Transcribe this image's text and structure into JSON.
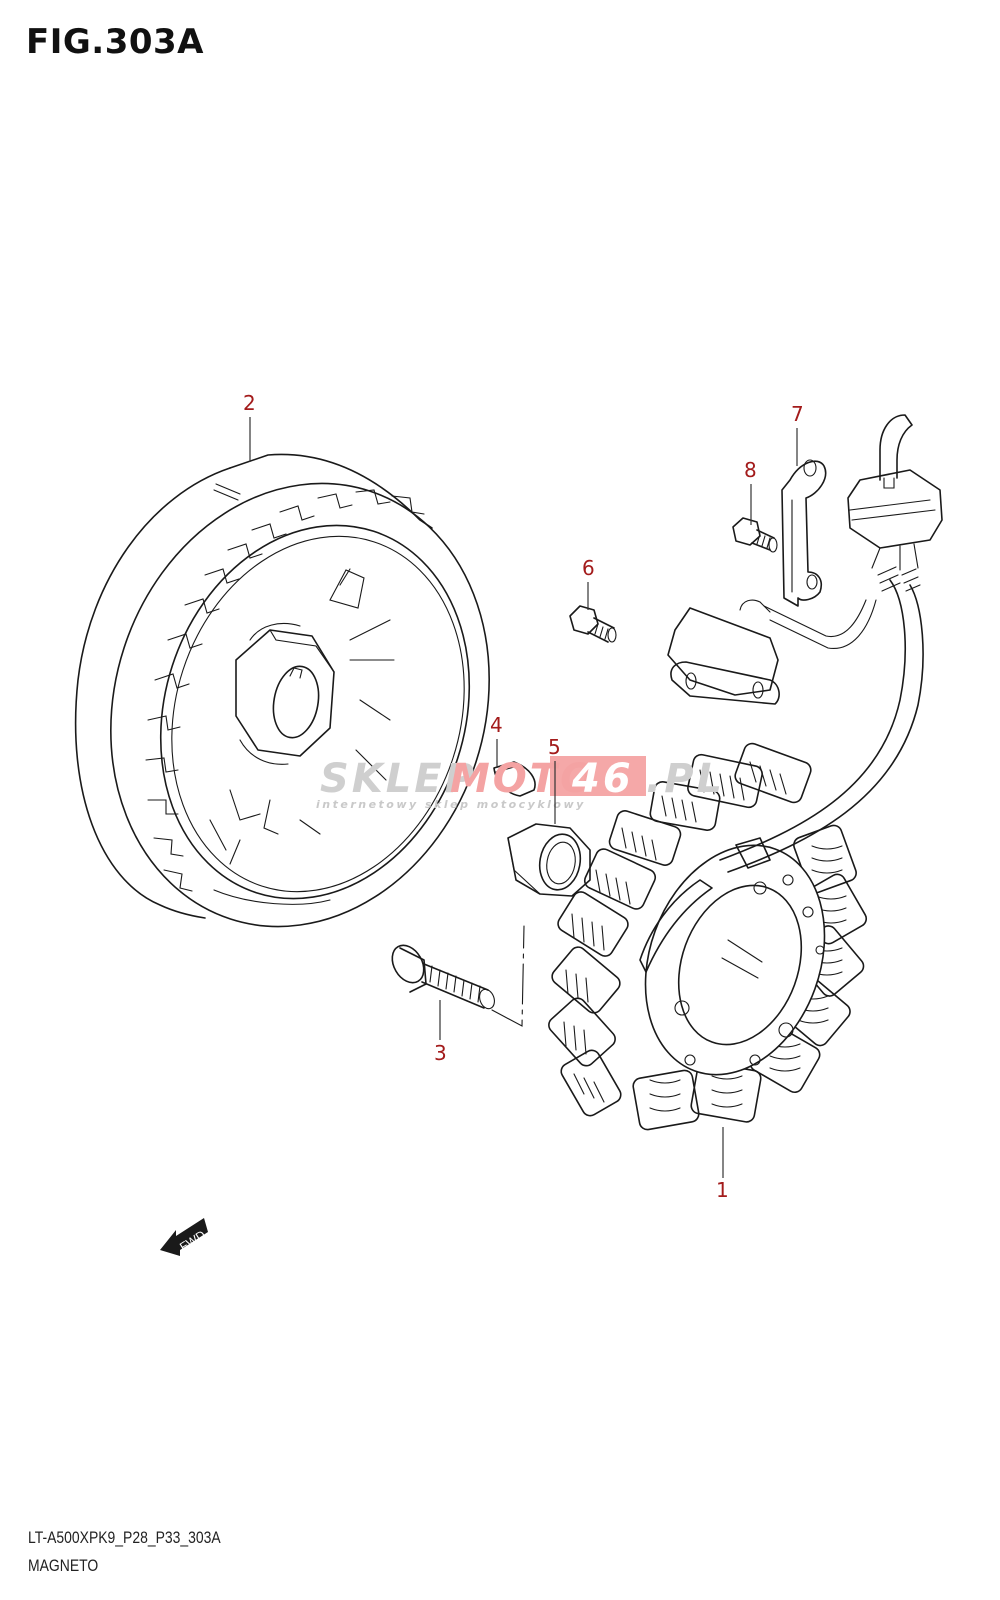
{
  "figure": {
    "title": "FIG.303A",
    "model_code": "LT-A500XPK9_P28_P33_303A",
    "section_name": "MAGNETO"
  },
  "callouts": [
    {
      "number": "1",
      "part": "stator"
    },
    {
      "number": "2",
      "part": "rotor"
    },
    {
      "number": "3",
      "part": "bolt"
    },
    {
      "number": "4",
      "part": "key"
    },
    {
      "number": "5",
      "part": "nut"
    },
    {
      "number": "6",
      "part": "screw"
    },
    {
      "number": "7",
      "part": "clamp"
    },
    {
      "number": "8",
      "part": "screw"
    }
  ],
  "direction_arrow": {
    "label": "FWD",
    "icon": "forward-arrow-icon"
  },
  "watermark": {
    "part1": "SKLEP",
    "part2": "MOTO",
    "part3": "46",
    "part4": ".PL",
    "tagline": "internetowy sklep motocyklowy",
    "colors": {
      "grey": "#c8c8c8",
      "red": "#f3a6a6",
      "badge": "#f0a0a0"
    }
  },
  "colors": {
    "callout": "#a31b1b",
    "line": "#1a1a1a"
  }
}
